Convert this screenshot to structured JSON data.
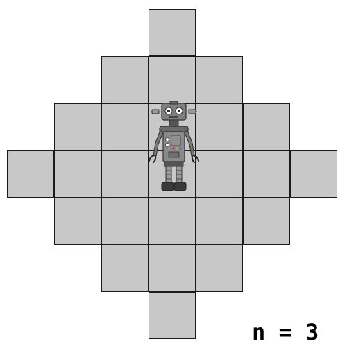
{
  "grid": {
    "n": 3,
    "cell_color": "#c8c8c8",
    "border_color": "#1a1a1a"
  },
  "robot": {
    "icon": "robot-icon",
    "position": [
      0,
      0
    ]
  },
  "label": {
    "text": "n = 3"
  }
}
